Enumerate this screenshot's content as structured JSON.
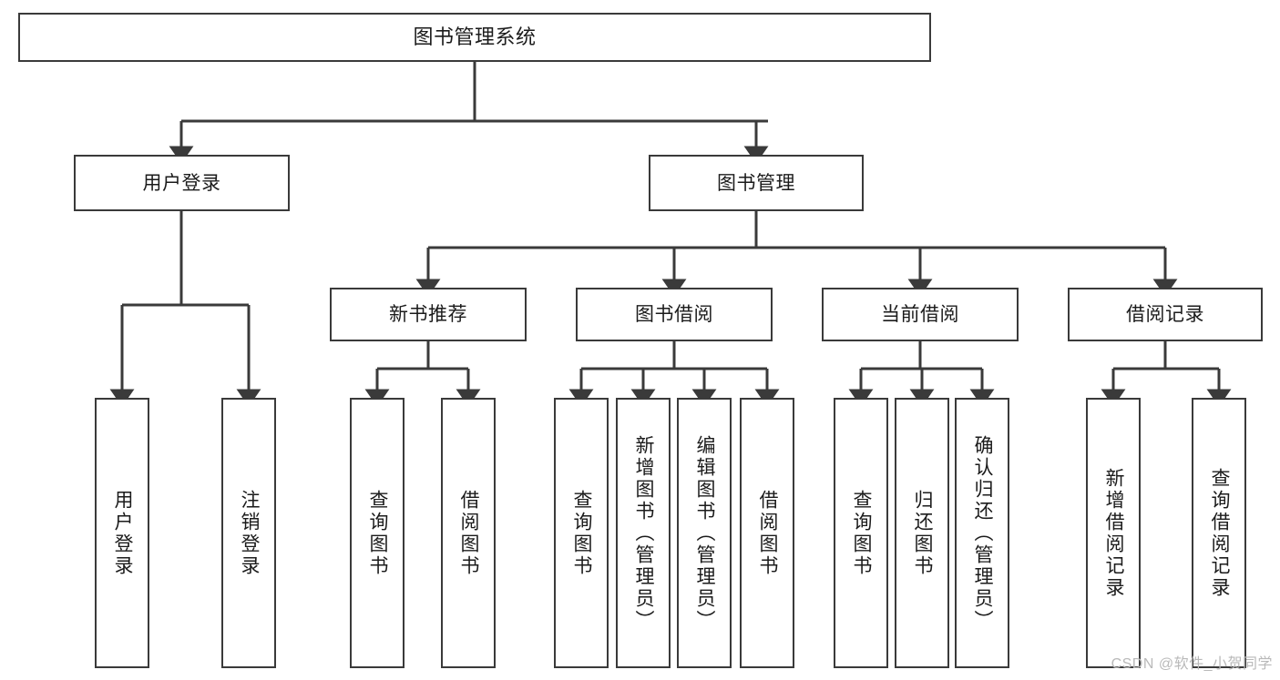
{
  "diagram": {
    "title": "图书管理系统",
    "type": "tree",
    "watermark": "CSDN @软件_小贺同学",
    "colors": {
      "box_border": "#3a3a3a",
      "box_fill": "#ffffff",
      "connector": "#3a3a3a",
      "text": "#1b1b1b",
      "watermark": "#b9b9b9"
    },
    "nodes": {
      "root": {
        "label": "图书管理系统"
      },
      "level2": [
        {
          "id": "user-login",
          "label": "用户登录"
        },
        {
          "id": "book-manage",
          "label": "图书管理"
        }
      ],
      "level3": [
        {
          "id": "new-book-recommend",
          "label": "新书推荐"
        },
        {
          "id": "book-borrow",
          "label": "图书借阅"
        },
        {
          "id": "current-borrow",
          "label": "当前借阅"
        },
        {
          "id": "borrow-record",
          "label": "借阅记录"
        }
      ],
      "leaves": {
        "user_login": [
          {
            "id": "leaf-user-login",
            "label": "用户登录"
          },
          {
            "id": "leaf-logout-login",
            "label": "注销登录"
          }
        ],
        "new_book_recommend": [
          {
            "id": "leaf-query-book-1",
            "label": "查询图书"
          },
          {
            "id": "leaf-borrow-book-1",
            "label": "借阅图书"
          }
        ],
        "book_borrow": [
          {
            "id": "leaf-query-book-2",
            "label": "查询图书"
          },
          {
            "id": "leaf-add-book",
            "label": "新增图书（管理员）"
          },
          {
            "id": "leaf-edit-book",
            "label": "编辑图书（管理员）"
          },
          {
            "id": "leaf-borrow-book-2",
            "label": "借阅图书"
          }
        ],
        "current_borrow": [
          {
            "id": "leaf-query-book-3",
            "label": "查询图书"
          },
          {
            "id": "leaf-return-book",
            "label": "归还图书"
          },
          {
            "id": "leaf-confirm-return",
            "label": "确认归还（管理员）"
          }
        ],
        "borrow_record": [
          {
            "id": "leaf-add-borrow-record",
            "label": "新增借阅记录"
          },
          {
            "id": "leaf-query-borrow-record",
            "label": "查询借阅记录"
          }
        ]
      }
    }
  }
}
